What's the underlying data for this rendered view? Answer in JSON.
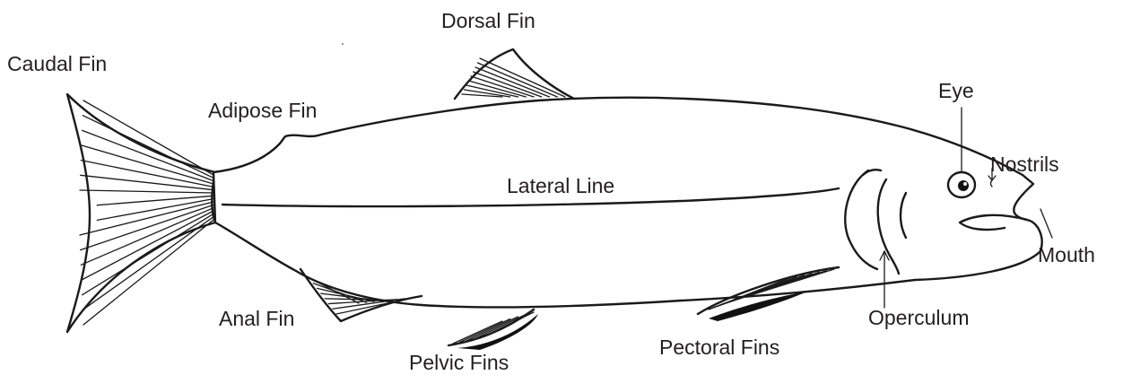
{
  "labels": {
    "caudal_fin": "Caudal Fin",
    "dorsal_fin": "Dorsal Fin",
    "adipose_fin": "Adipose Fin",
    "eye": "Eye",
    "nostrils": "Nostrils",
    "lateral_line": "Lateral Line",
    "mouth": "Mouth",
    "anal_fin": "Anal Fin",
    "operculum": "Operculum",
    "pectoral_fins": "Pectoral Fins",
    "pelvic_fins": "Pelvic Fins"
  },
  "colors": {
    "ink": "#1a1a1a",
    "label_text": "#231f20",
    "background": "#ffffff"
  }
}
